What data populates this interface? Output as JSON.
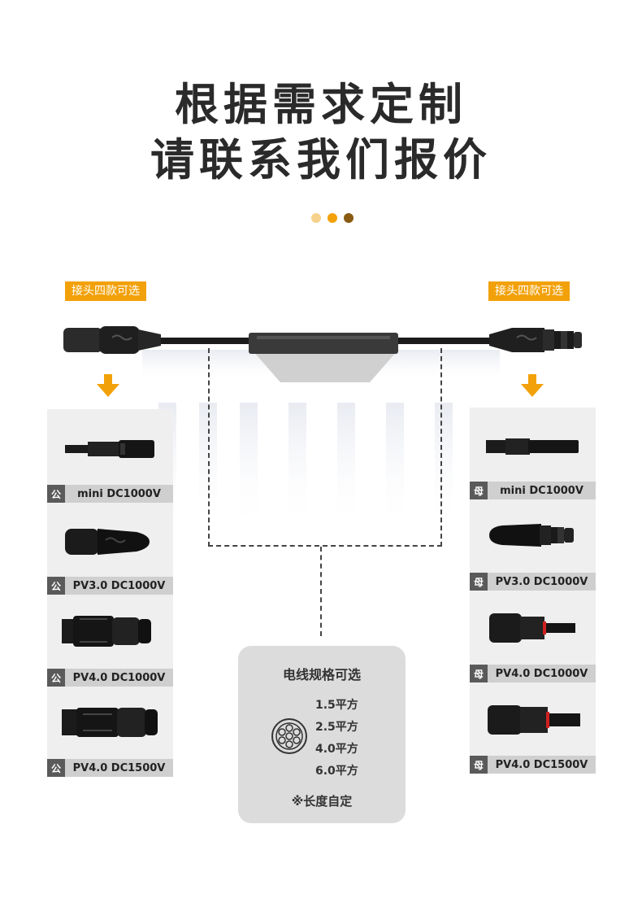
{
  "title": {
    "line1": "根据需求定制",
    "line2": "请联系我们报价"
  },
  "dots": [
    "#f6d28c",
    "#f2a10a",
    "#8a5a12"
  ],
  "badges": {
    "left": "接头四款可选",
    "right": "接头四款可选"
  },
  "left_connectors": [
    {
      "tag": "公",
      "label": "mini   DC1000V"
    },
    {
      "tag": "公",
      "label": "PV3.0   DC1000V"
    },
    {
      "tag": "公",
      "label": "PV4.0   DC1000V"
    },
    {
      "tag": "公",
      "label": "PV4.0   DC1500V"
    }
  ],
  "right_connectors": [
    {
      "tag": "母",
      "label": "mini   DC1000V"
    },
    {
      "tag": "母",
      "label": "PV3.0   DC1000V"
    },
    {
      "tag": "母",
      "label": "PV4.0   DC1000V"
    },
    {
      "tag": "母",
      "label": "PV4.0   DC1500V"
    }
  ],
  "wire_spec": {
    "heading": "电线规格可选",
    "sizes": [
      "1.5平方",
      "2.5平方",
      "4.0平方",
      "6.0平方"
    ],
    "note": "※长度自定"
  },
  "colors": {
    "accent": "#f2a10a",
    "tag_bg": "#5a5a5a",
    "panel_bg": "#efefef",
    "label_bg": "#cfcfcf"
  }
}
